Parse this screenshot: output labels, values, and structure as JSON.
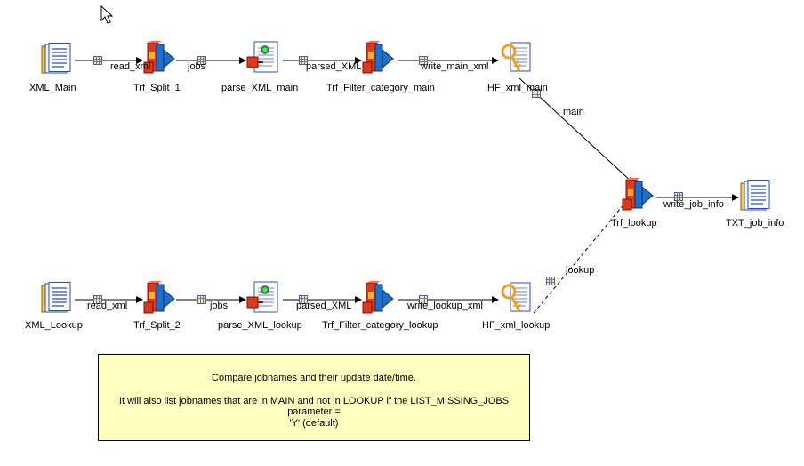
{
  "stages": {
    "xml_main": "XML_Main",
    "trf_split_1": "Trf_Split_1",
    "parse_xml_main": "parse_XML_main",
    "trf_filter_category_main": "Trf_Filter_category_main",
    "hf_xml_main": "HF_xml_main",
    "trf_lookup": "Trf_lookup",
    "txt_job_info": "TXT_job_info",
    "xml_lookup": "XML_Lookup",
    "trf_split_2": "Trf_Split_2",
    "parse_xml_lookup": "parse_XML_lookup",
    "trf_filter_category_lookup": "Trf_Filter_category_lookup",
    "hf_xml_lookup": "HF_xml_lookup"
  },
  "links": {
    "read_xml_main": "read_xml",
    "jobs_main": "jobs",
    "parsed_xml_main": "parsed_XML",
    "write_main_xml": "write_main_xml",
    "main": "main",
    "write_job_info": "write_job_info",
    "read_xml_lookup": "read_xml",
    "jobs_lookup": "jobs",
    "parsed_xml_lookup": "parsed_XML",
    "write_lookup_xml": "write_lookup_xml",
    "lookup": "lookup"
  },
  "annotation": {
    "line1": "Compare jobnames and their update date/time.",
    "line2": "It will also list jobnames that are in MAIN and not in LOOKUP if the LIST_MISSING_JOBS parameter =",
    "line3": "'Y' (default)"
  },
  "colors": {
    "note_bg": "#ffffc0",
    "transformer_red": "#d83a1e",
    "transformer_blue": "#1f6fc8",
    "file_blue": "#2a4fb0",
    "hashed_gold": "#e8a030"
  }
}
